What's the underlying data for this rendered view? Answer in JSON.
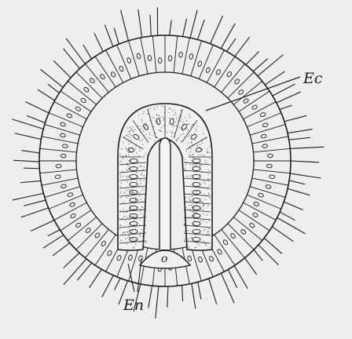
{
  "figure": {
    "labels": {
      "ectoderm": "Ec",
      "endoderm": "En",
      "opening": "o"
    }
  },
  "colors": {
    "ink": "#1c1c1c",
    "paper": "#eeeeec",
    "stipple": "#5a5a5a"
  }
}
